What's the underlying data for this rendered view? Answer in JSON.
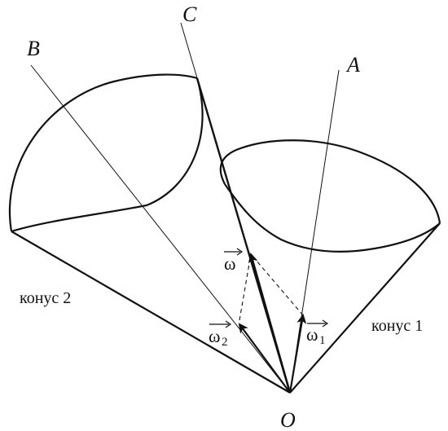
{
  "labels": {
    "axis_a": "A",
    "axis_b": "B",
    "axis_c": "C",
    "origin": "O",
    "cone_1": "конус 1",
    "cone_2": "конус 2",
    "omega": "ω",
    "omega_1_base": "ω",
    "omega_1_sub": "1",
    "omega_2_base": "ω",
    "omega_2_sub": "2"
  },
  "colors": {
    "stroke": "#111111",
    "background": "#ffffff"
  }
}
